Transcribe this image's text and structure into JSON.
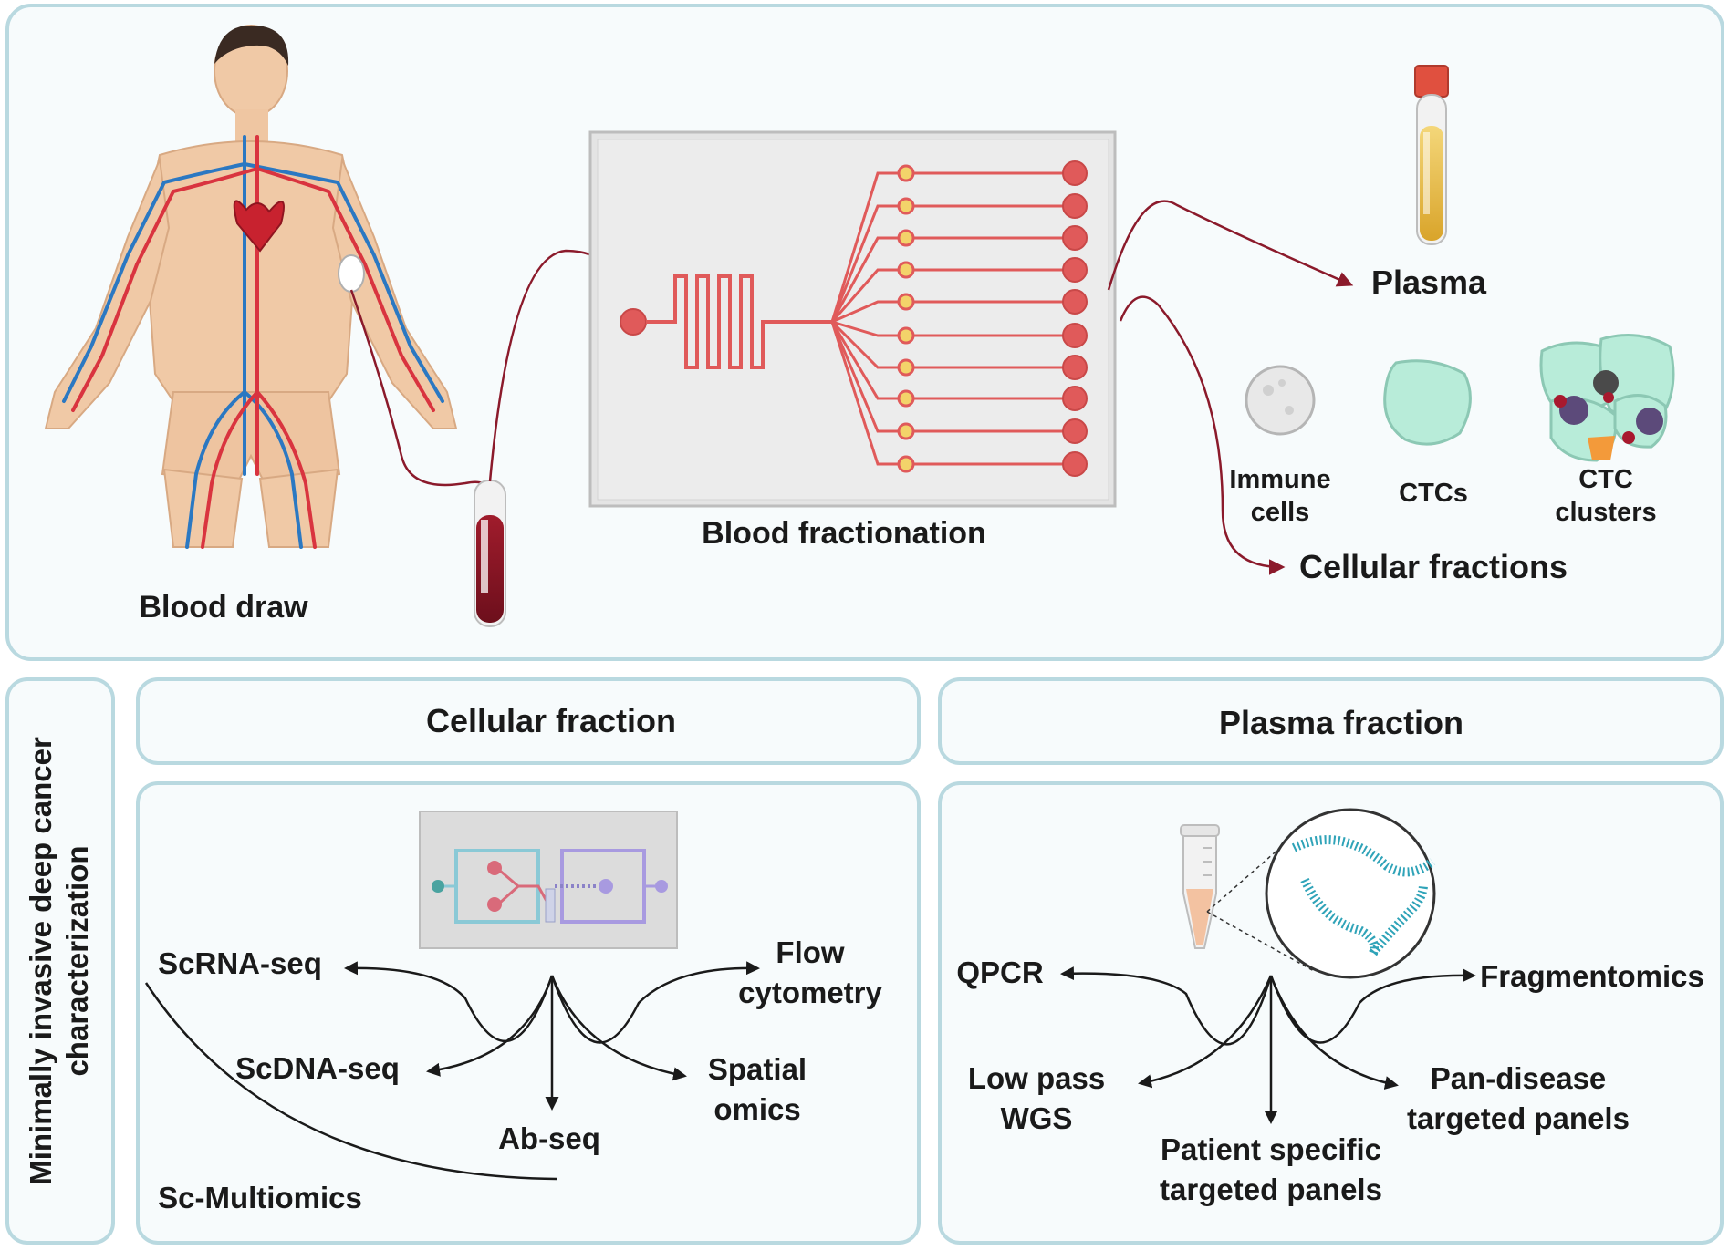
{
  "top_panel": {
    "blood_draw_label": "Blood draw",
    "fractionation_label": "Blood fractionation",
    "plasma_label": "Plasma",
    "immune_cells_line1": "Immune",
    "immune_cells_line2": "cells",
    "ctcs_label": "CTCs",
    "ctc_clusters_line1": "CTC",
    "ctc_clusters_line2": "clusters",
    "cellular_fractions_label": "Cellular fractions"
  },
  "side_panel": {
    "line1": "Minimally invasive deep cancer",
    "line2": "characterization"
  },
  "cellular_panel": {
    "header": "Cellular fraction",
    "outputs": {
      "scrna": "ScRNA-seq",
      "scdna": "ScDNA-seq",
      "abseq": "Ab-seq",
      "flow_line1": "Flow",
      "flow_line2": "cytometry",
      "spatial_line1": "Spatial",
      "spatial_line2": "omics",
      "multiomics": "Sc-Multiomics"
    }
  },
  "plasma_panel": {
    "header": "Plasma fraction",
    "outputs": {
      "qpcr": "QPCR",
      "fragmentomics": "Fragmentomics",
      "lowpass_line1": "Low pass",
      "lowpass_line2": "WGS",
      "patient_line1": "Patient specific",
      "patient_line2": "targeted panels",
      "pan_line1": "Pan-disease",
      "pan_line2": "targeted panels"
    }
  },
  "colors": {
    "panel_border": "#b9d9e0",
    "panel_fill": "#f6fbfc",
    "accent_red": "#e05a5a",
    "dark_red": "#8b1a2b",
    "arrow_dark": "#1a1a1a"
  }
}
